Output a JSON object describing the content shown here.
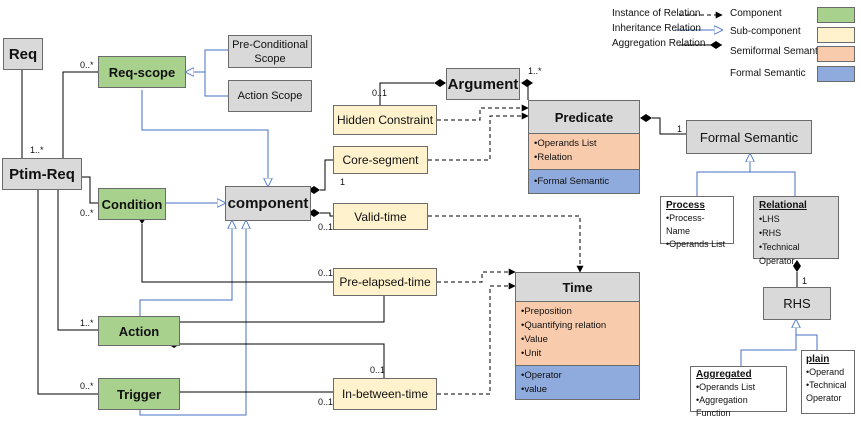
{
  "legend": {
    "instance": "Instance of Relation",
    "inheritance": "Inheritance Relation",
    "aggregation": "Aggregation Relation",
    "component": "Component",
    "subcomponent": "Sub-component",
    "semiformal": "Semiformal Semantic",
    "formal": "Formal Semantic",
    "colors": {
      "component": "#a9d18e",
      "subcomponent": "#fff2cc",
      "semiformal": "#f8cbad",
      "formal": "#8faadc"
    }
  },
  "nodes": {
    "req": "Req",
    "ptim_req": "Ptim-Req",
    "req_scope": "Req-scope",
    "pre_conditional_scope": "Pre-Conditional Scope",
    "action_scope": "Action Scope",
    "condition": "Condition",
    "component": "component",
    "action": "Action",
    "trigger": "Trigger",
    "argument": "Argument",
    "hidden_constraint": "Hidden Constraint",
    "core_segment": "Core-segment",
    "valid_time": "Valid-time",
    "pre_elapsed_time": "Pre-elapsed-time",
    "in_between_time": "In-between-time",
    "predicate": {
      "title": "Predicate",
      "semiformal": [
        "Operands List",
        "Relation"
      ],
      "formal": [
        "Formal Semantic"
      ]
    },
    "time": {
      "title": "Time",
      "semiformal": [
        "Preposition",
        "Quantifying relation",
        "Value",
        "Unit"
      ],
      "formal": [
        "Operator",
        "value"
      ]
    },
    "formal_semantic": "Formal Semantic",
    "process": {
      "title": "Process",
      "items": [
        "Process-Name",
        "Operands List"
      ]
    },
    "relational": {
      "title": "Relational",
      "items": [
        "LHS",
        "RHS",
        "Technical Operator"
      ]
    },
    "rhs": "RHS",
    "aggregated": {
      "title": "Aggregated",
      "items": [
        "Operands List",
        "Aggregation Function"
      ]
    },
    "plain": {
      "title": "plain",
      "items": [
        "Operand",
        "Technical Operator"
      ]
    }
  },
  "multiplicities": {
    "req_scope": "0..*",
    "ptim_req": "1..*",
    "condition": "0..*",
    "action": "1..*",
    "trigger": "0..*",
    "argument_left": "0..1",
    "argument_right": "1..*",
    "core_segment": "1",
    "valid_time": "0..1",
    "pre_elapsed_time": "0..1",
    "in_between_time_top": "0..1",
    "in_between_time_left": "0..1",
    "formal_semantic": "1",
    "rhs": "1"
  }
}
